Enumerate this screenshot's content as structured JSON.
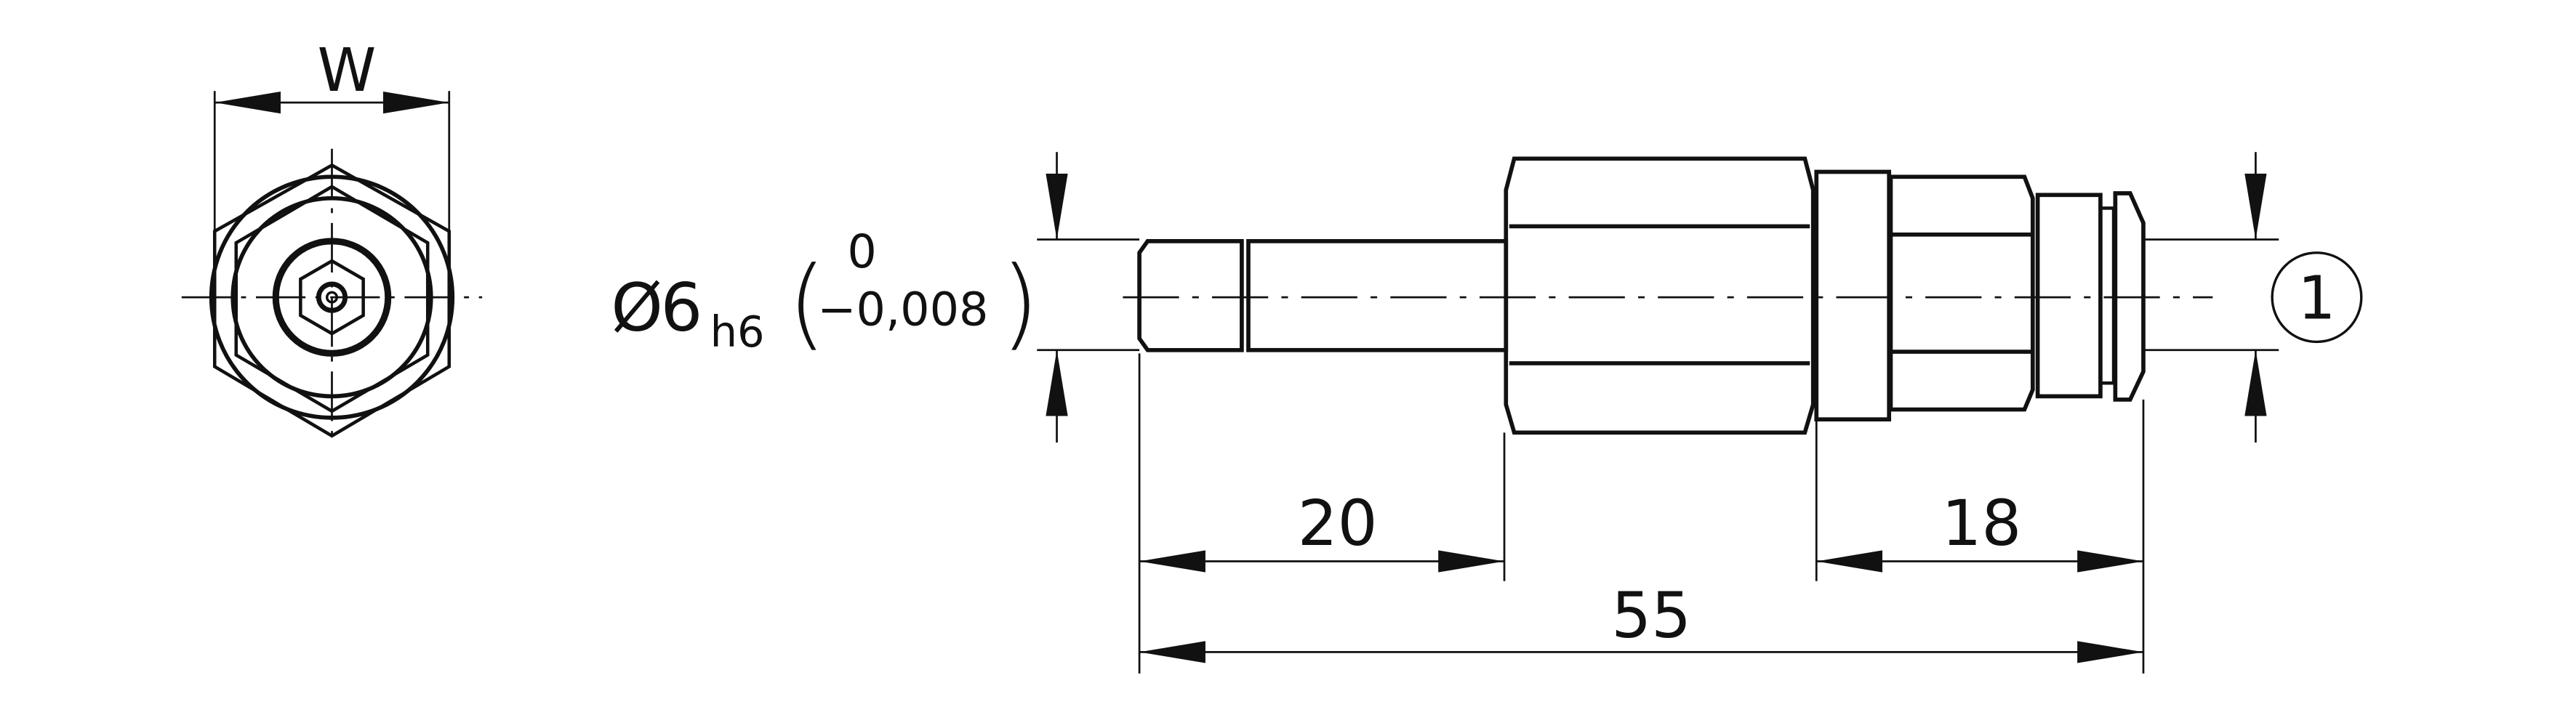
{
  "end_view": {
    "width_label": "W"
  },
  "diameter": {
    "symbol": "Ø",
    "nominal": "6",
    "tolerance_class": "h6",
    "upper_deviation": "0",
    "lower_deviation": "−0,008"
  },
  "dimensions": {
    "shaft_length": "20",
    "fitting_length": "18",
    "overall_length": "55"
  },
  "callout": {
    "label": "1"
  },
  "colors": {
    "line": "#111111",
    "metal_light": "#f2f2f2",
    "metal_dark": "#8a8a8a"
  }
}
